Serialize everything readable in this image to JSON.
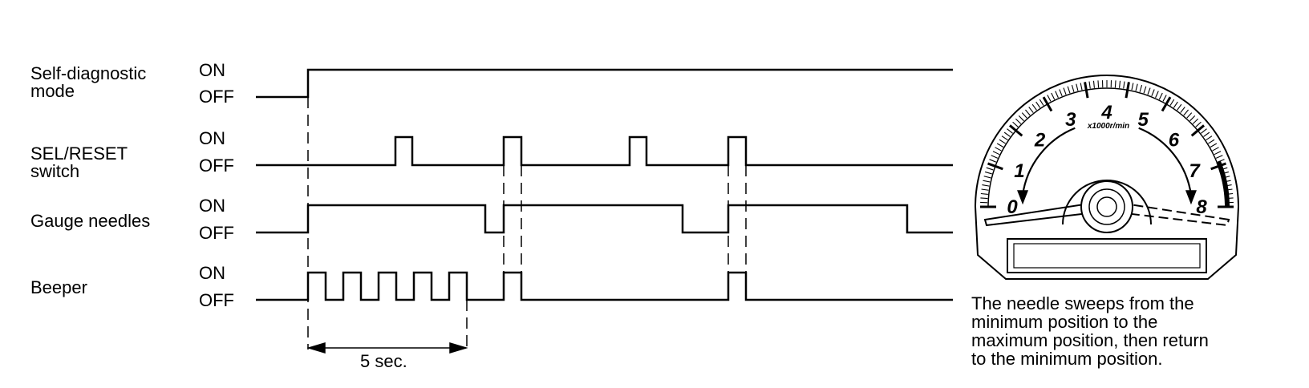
{
  "signals": [
    {
      "label": "Self-diagnostic\nmode",
      "on_label": "ON",
      "off_label": "OFF"
    },
    {
      "label": "SEL/RESET\nswitch",
      "on_label": "ON",
      "off_label": "OFF"
    },
    {
      "label": "Gauge needles",
      "on_label": "ON",
      "off_label": "OFF"
    },
    {
      "label": "Beeper",
      "on_label": "ON",
      "off_label": "OFF"
    }
  ],
  "duration_label": "5 sec.",
  "gauge": {
    "scale_numbers": [
      "0",
      "1",
      "2",
      "3",
      "4",
      "5",
      "6",
      "7",
      "8"
    ],
    "unit_label": "x1000r/min"
  },
  "caption": "The needle sweeps from the\nminimum position to the\nmaximum position, then return\nto the minimum position."
}
